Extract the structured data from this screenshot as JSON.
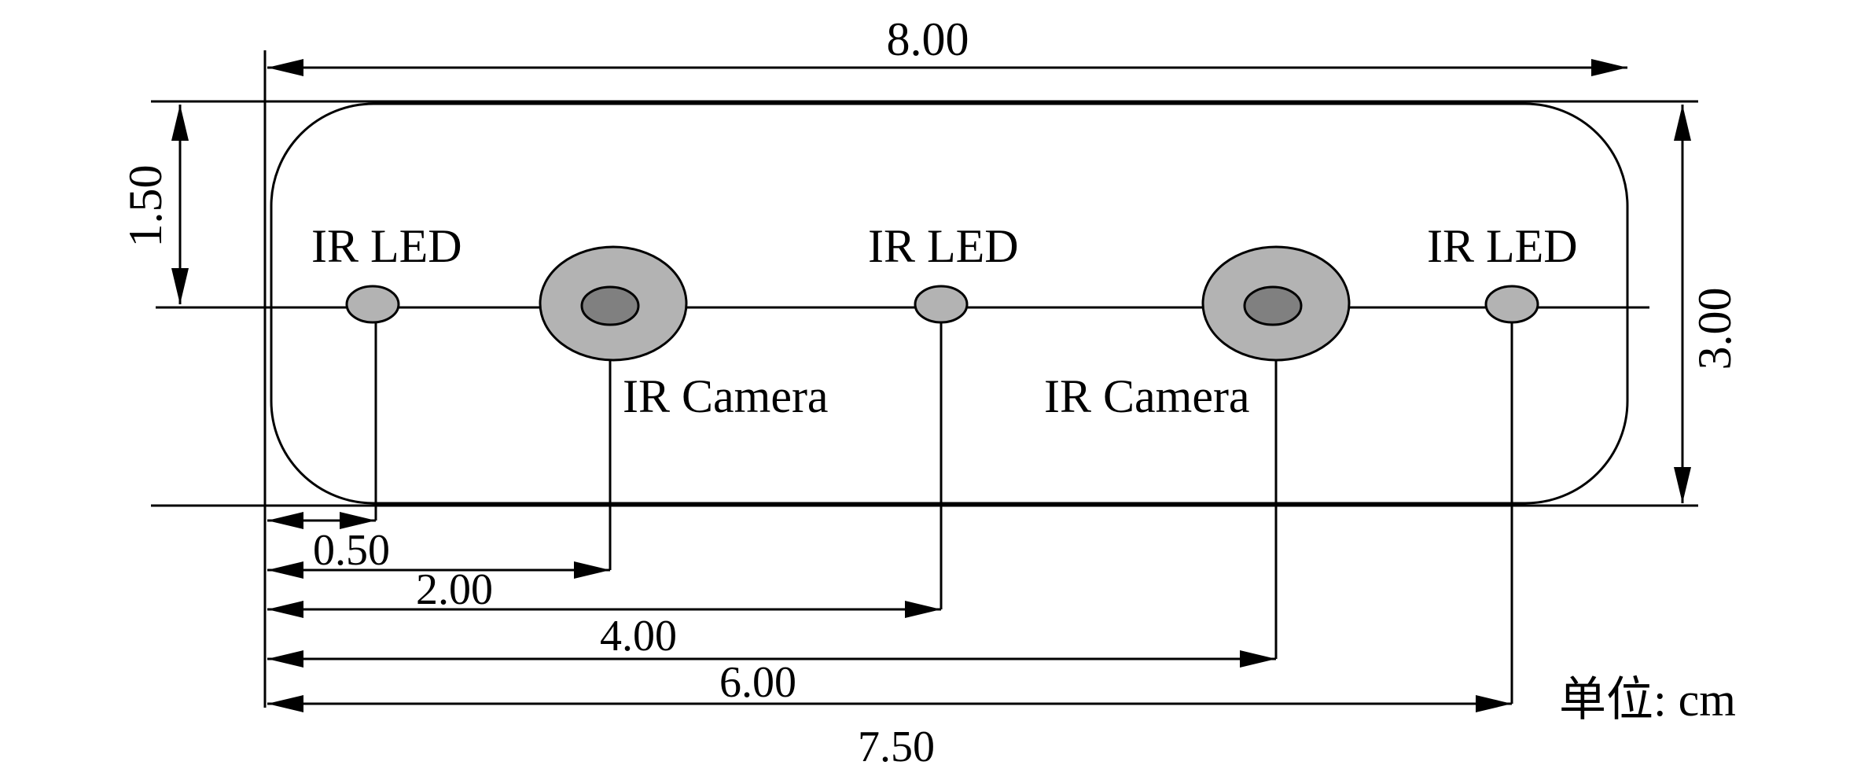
{
  "diagram": {
    "dimensions": {
      "total_width": "8.00",
      "height_half": "1.50",
      "total_height": "3.00",
      "led1_offset": "0.50",
      "camera1_offset": "2.00",
      "led2_offset": "4.00",
      "camera2_offset": "6.00",
      "led3_offset": "7.50"
    },
    "labels": {
      "led1": "IR LED",
      "led2": "IR LED",
      "led3": "IR LED",
      "camera1": "IR Camera",
      "camera2": "IR Camera",
      "unit": "单位: cm"
    },
    "colors": {
      "led_fill": "#b3b3b3",
      "camera_outer": "#b3b3b3",
      "camera_lens": "#808080",
      "stroke": "#000000"
    }
  }
}
